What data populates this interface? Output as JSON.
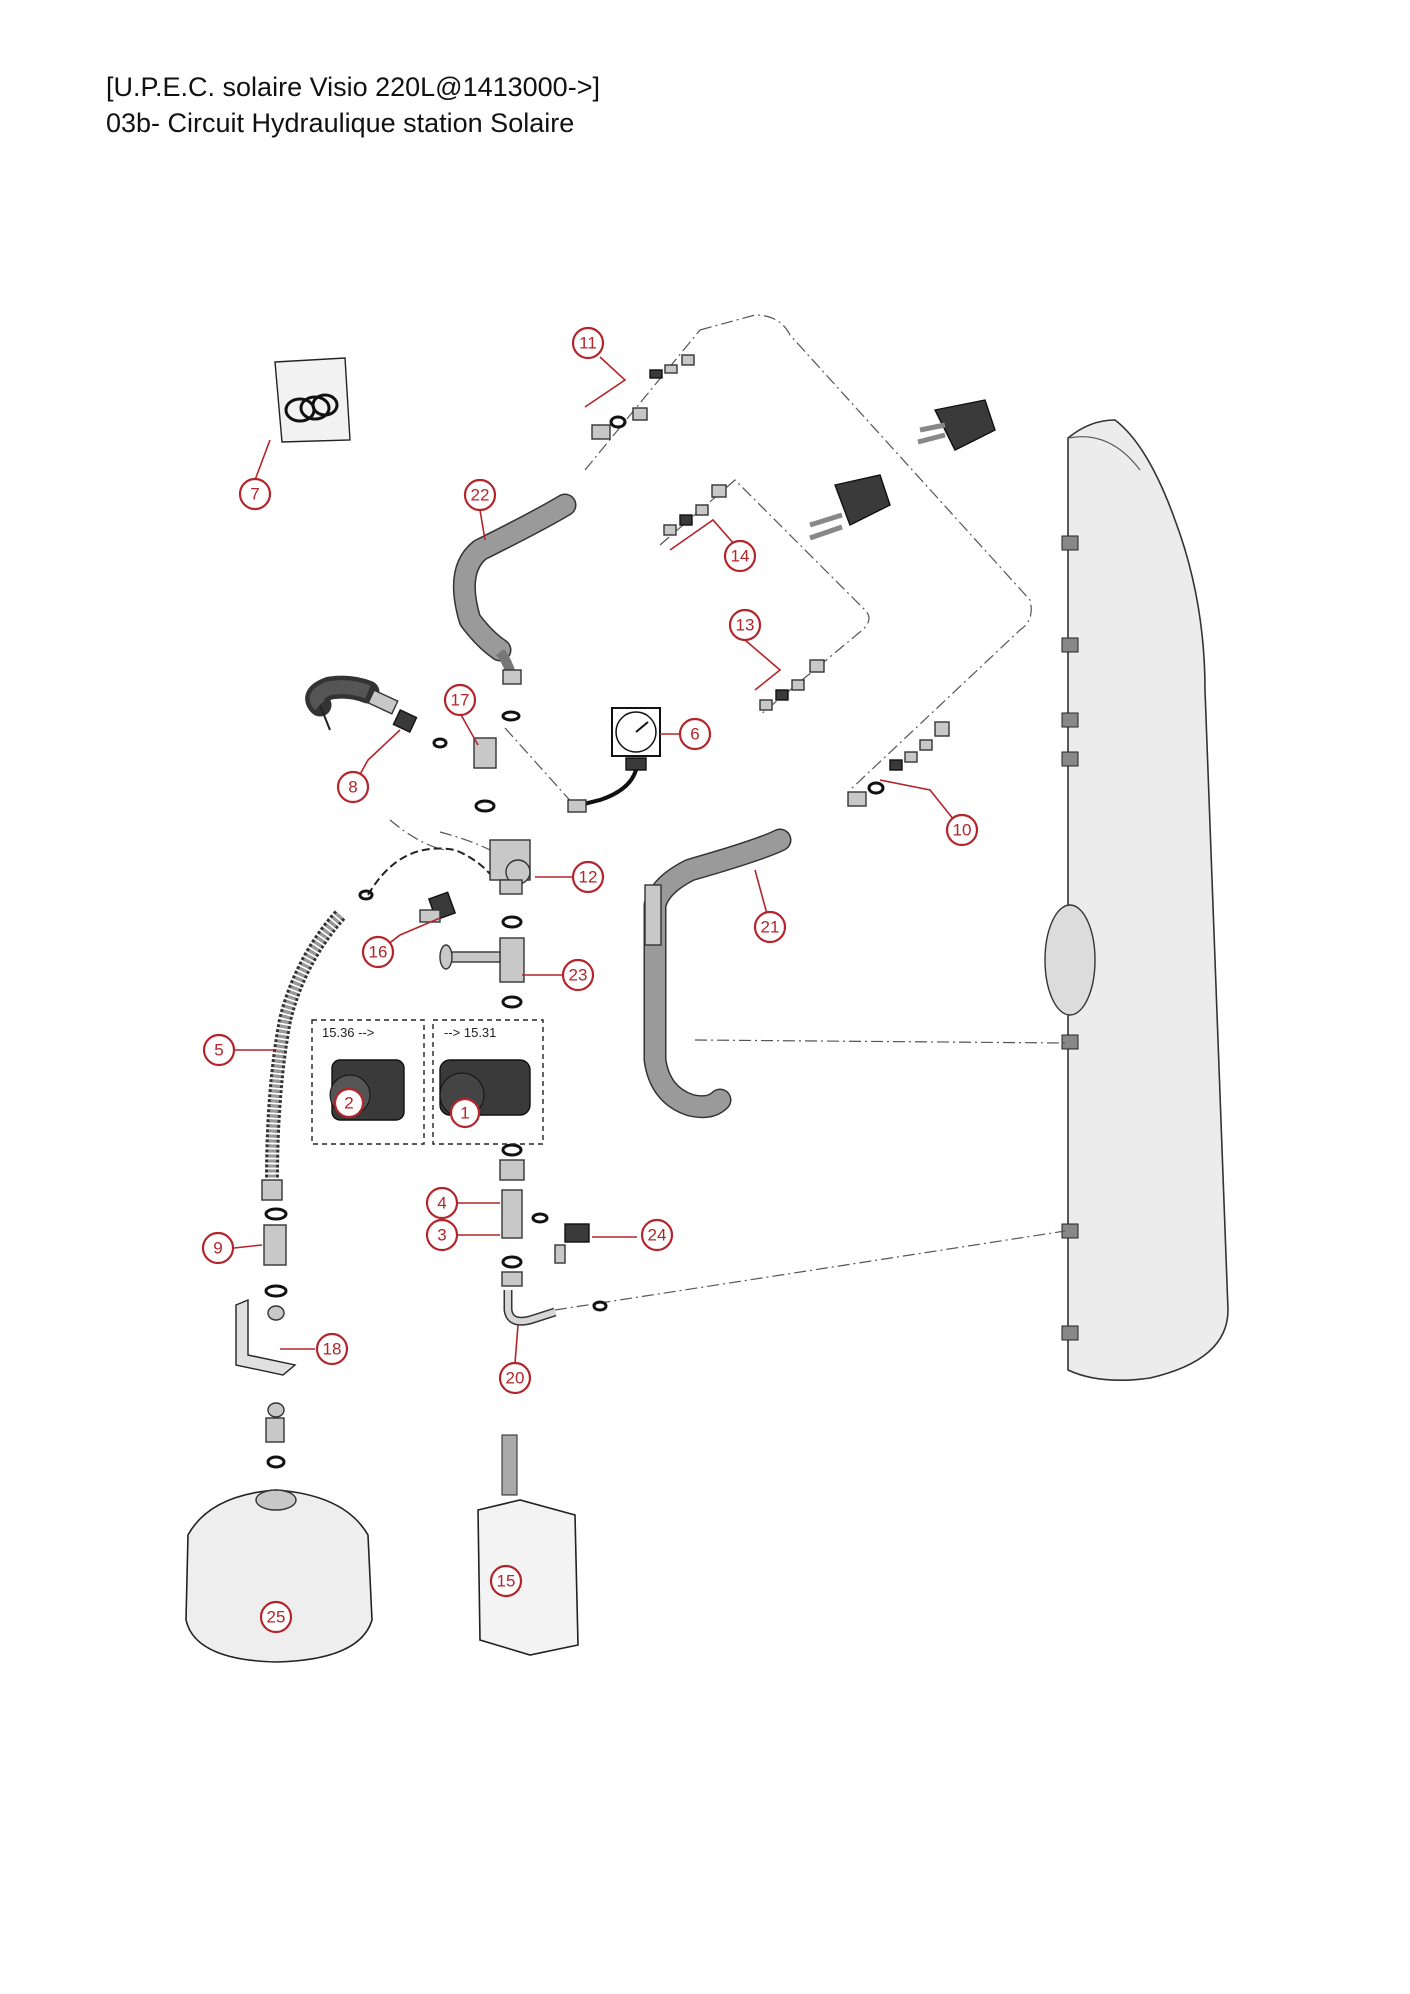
{
  "header": {
    "line1": "[U.P.E.C. solaire Visio 220L@1413000->]",
    "line2": "03b- Circuit Hydraulique station Solaire"
  },
  "pump_variants": {
    "left": "15.36 -->",
    "right": "--> 15.31"
  },
  "callouts": {
    "c1": "1",
    "c2": "2",
    "c3": "3",
    "c4": "4",
    "c5": "5",
    "c6": "6",
    "c7": "7",
    "c8": "8",
    "c9": "9",
    "c10": "10",
    "c11": "11",
    "c12": "12",
    "c13": "13",
    "c14": "14",
    "c15": "15",
    "c16": "16",
    "c17": "17",
    "c18": "18",
    "c20": "20",
    "c21": "21",
    "c22": "22",
    "c23": "23",
    "c24": "24",
    "c25": "25"
  },
  "colors": {
    "callout": "#b3252a",
    "line": "#111111",
    "part_fill": "#c8c8c8",
    "tank_fill": "#ececec"
  }
}
